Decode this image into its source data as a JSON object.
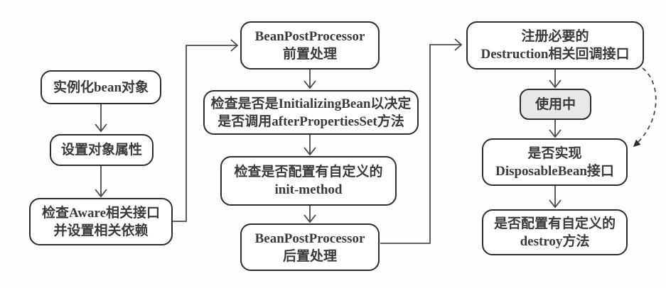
{
  "diagram": {
    "description": "Bean lifecycle flowchart",
    "nodes": {
      "instantiate": {
        "line1": "实例化bean对象"
      },
      "set_properties": {
        "line1": "设置对象属性"
      },
      "check_aware": {
        "line1": "检查Aware相关接口",
        "line2": "并设置相关依赖"
      },
      "bpp_before": {
        "line1": "BeanPostProcessor",
        "line2": "前置处理"
      },
      "check_initializing": {
        "line1": "检查是否是InitializingBean以决定",
        "line2": "是否调用afterPropertiesSet方法"
      },
      "check_init_method": {
        "line1": "检查是否配置有自定义的",
        "line2": "init-method"
      },
      "bpp_after": {
        "line1": "BeanPostProcessor",
        "line2": "后置处理"
      },
      "register_destruction": {
        "line1": "注册必要的",
        "line2": "Destruction相关回调接口"
      },
      "in_use": {
        "line1": "使用中"
      },
      "check_disposable": {
        "line1": "是否实现",
        "line2": "DisposableBean接口"
      },
      "check_destroy": {
        "line1": "是否配置有自定义的",
        "line2": "destroy方法"
      }
    },
    "edges": [
      {
        "from": "instantiate",
        "to": "set_properties",
        "style": "solid"
      },
      {
        "from": "set_properties",
        "to": "check_aware",
        "style": "solid"
      },
      {
        "from": "check_aware",
        "to": "bpp_before",
        "style": "solid"
      },
      {
        "from": "bpp_before",
        "to": "check_initializing",
        "style": "solid"
      },
      {
        "from": "check_initializing",
        "to": "check_init_method",
        "style": "solid"
      },
      {
        "from": "check_init_method",
        "to": "bpp_after",
        "style": "solid"
      },
      {
        "from": "bpp_after",
        "to": "register_destruction",
        "style": "solid"
      },
      {
        "from": "register_destruction",
        "to": "in_use",
        "style": "solid"
      },
      {
        "from": "in_use",
        "to": "check_disposable",
        "style": "solid"
      },
      {
        "from": "check_disposable",
        "to": "check_destroy",
        "style": "solid"
      },
      {
        "from": "register_destruction",
        "to": "check_disposable",
        "style": "dashed"
      }
    ],
    "colors": {
      "background": "#fefefe",
      "node_fill": "#ffffff",
      "node_border": "#2d2d2d",
      "in_use_fill": "#e8e8e8",
      "connector": "#4a4a4a",
      "text": "#3a3a3a"
    }
  }
}
